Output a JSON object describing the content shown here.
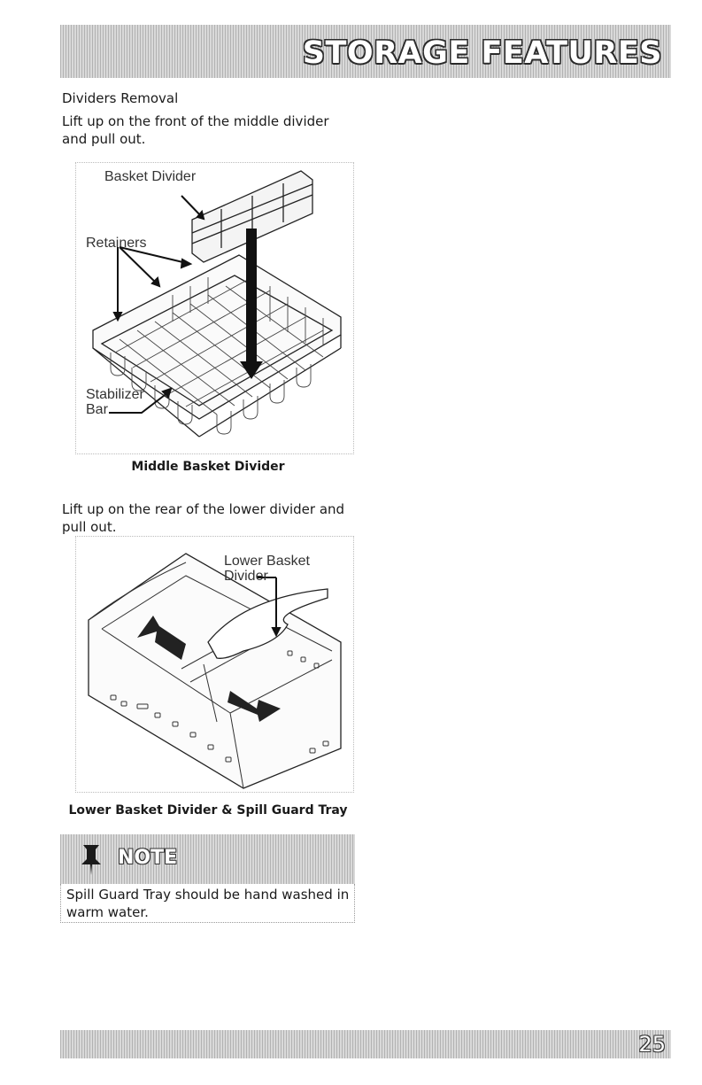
{
  "header": {
    "title": "STORAGE FEATURES"
  },
  "section_heading": "Dividers Removal",
  "para_1": "Lift up on the front of the middle divider and pull out.",
  "figure_1": {
    "labels": {
      "basket_divider": "Basket Divider",
      "retainers": "Retainers",
      "stabilizer": "Stabilizer",
      "bar": "Bar"
    },
    "caption": "Middle Basket Divider"
  },
  "para_2": "Lift up on the rear of the lower divider and pull out.",
  "figure_2": {
    "labels": {
      "lower_basket": "Lower Basket",
      "divider": "Divider"
    },
    "caption": "Lower Basket Divider & Spill Guard Tray"
  },
  "note": {
    "title": "NOTE",
    "text": "Spill Guard Tray should be hand washed in warm water."
  },
  "footer": {
    "page_number": "25"
  }
}
